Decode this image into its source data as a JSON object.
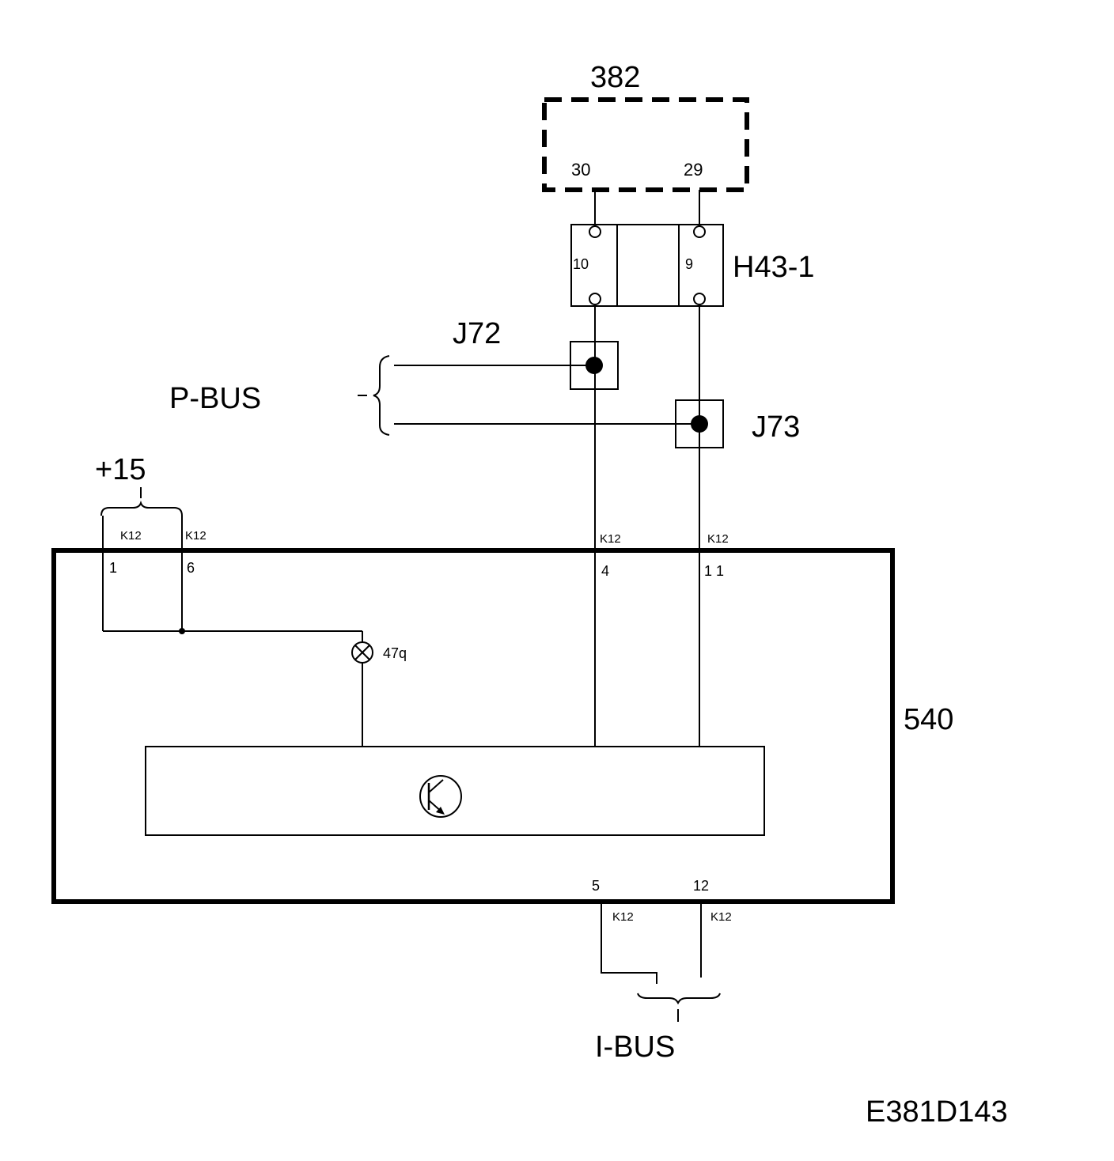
{
  "labels": {
    "component_382": "382",
    "connector_h43": "H43-1",
    "splice_j72": "J72",
    "splice_j73": "J73",
    "pbus": "P-BUS",
    "ibus": "I-BUS",
    "supply_15": "+15",
    "module_540": "540",
    "bulb_47q": "47q",
    "drawing_id": "E381D143"
  },
  "pins": {
    "p382_30": "30",
    "p382_29": "29",
    "h43_10": "10",
    "h43_9": "9",
    "k12_1": "1",
    "k12_6": "6",
    "k12_4": "4",
    "k12_11": "1 1",
    "k12_5": "5",
    "k12_12": "12"
  },
  "connector_tags": {
    "k12_a": "K12",
    "k12_b": "K12",
    "k12_c": "K12",
    "k12_d": "K12",
    "k12_e": "K12",
    "k12_f": "K12"
  }
}
